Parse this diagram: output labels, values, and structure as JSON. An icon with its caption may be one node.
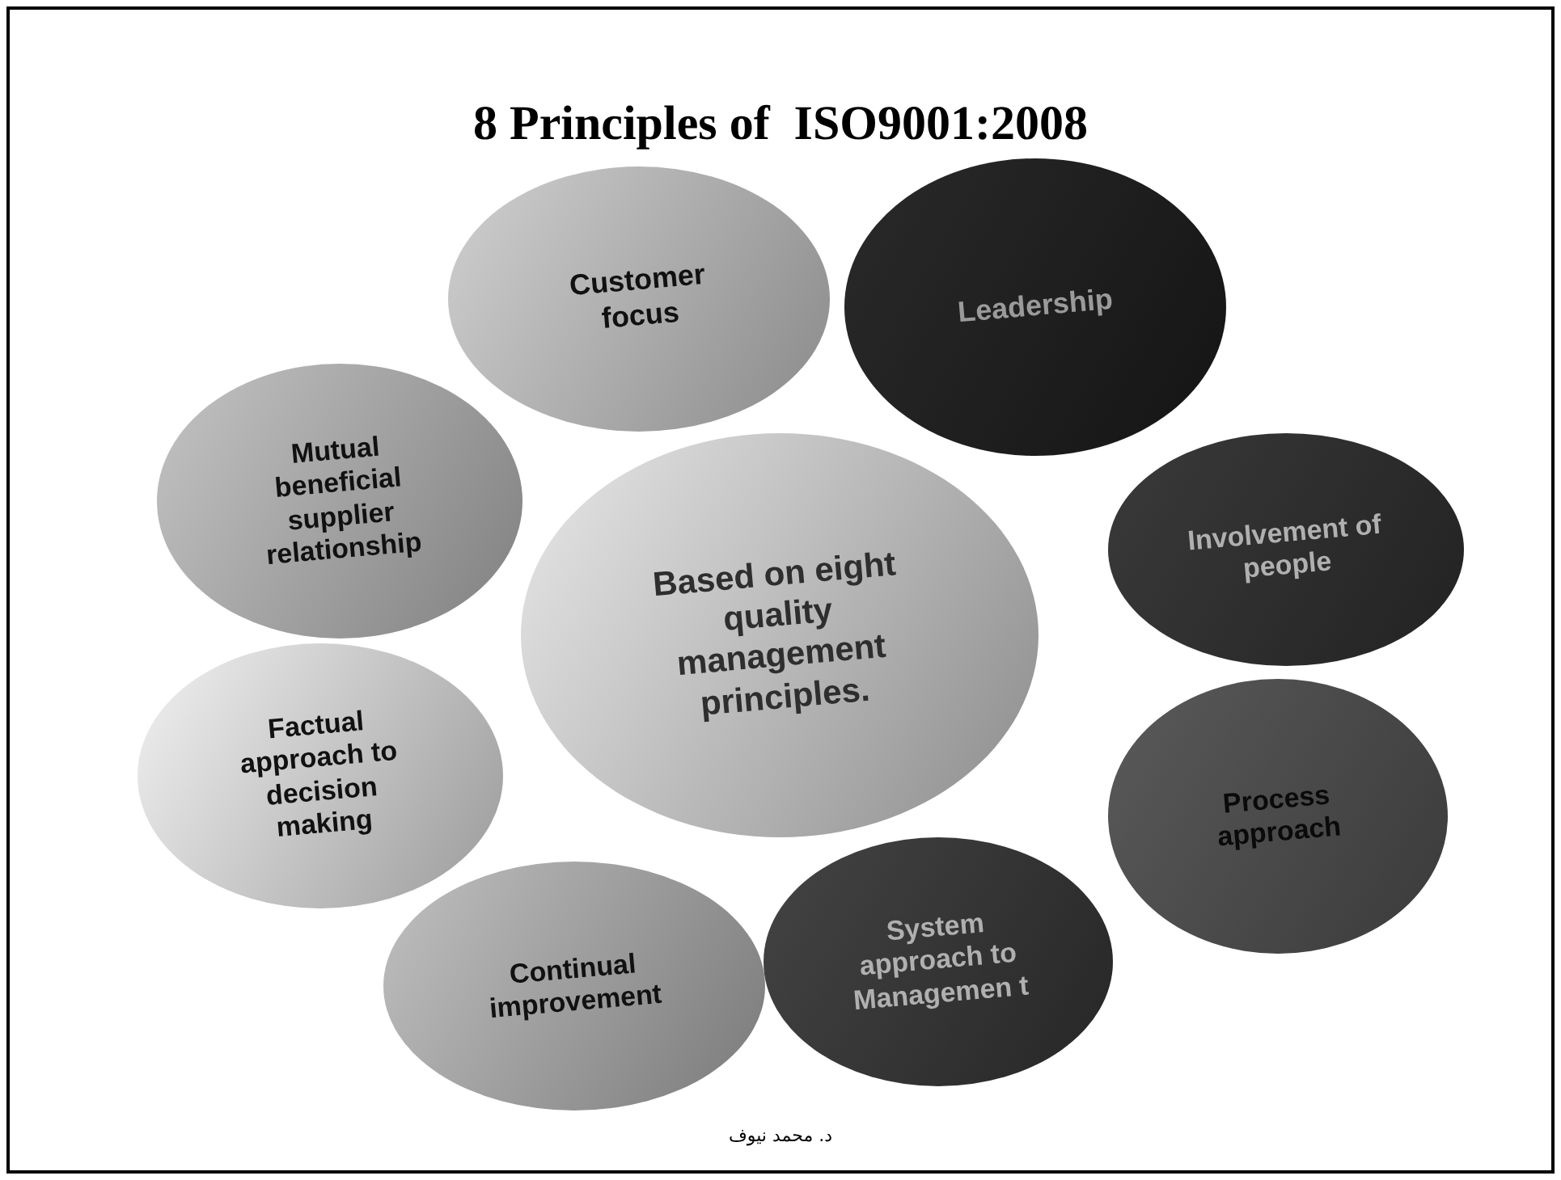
{
  "diagram": {
    "title": "8 Principles of  ISO9001:2008",
    "nodes": [
      {
        "text": [
          "Customer focus"
        ]
      },
      {
        "text": [
          "Leadership"
        ]
      },
      {
        "text": [
          "Mutual beneficial supplier relationship"
        ]
      },
      {
        "text": [
          "Based on eight quality management principles."
        ]
      },
      {
        "text": [
          "Involvement of people"
        ]
      },
      {
        "text": [
          "Factual approach to decision making"
        ]
      },
      {
        "text": [
          "Process approach"
        ]
      },
      {
        "text": [
          "System approach to Managemen t"
        ]
      },
      {
        "text": [
          "Continual improvement"
        ]
      }
    ],
    "labels": [
      "د. محمد نيوف"
    ]
  }
}
